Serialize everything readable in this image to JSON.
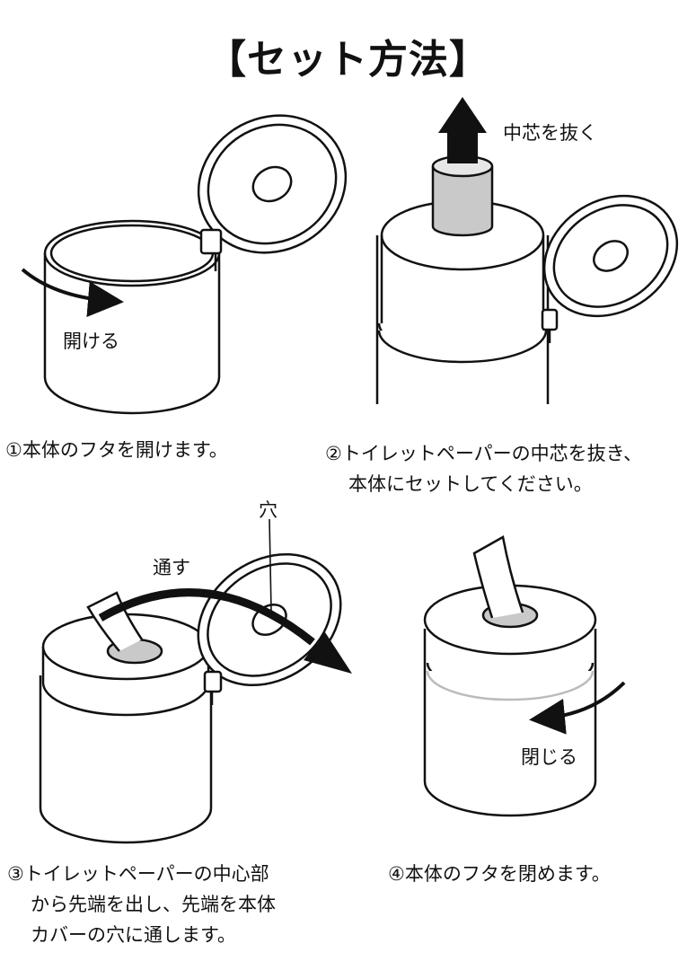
{
  "title": "【セット方法】",
  "steps": [
    {
      "label": "開ける",
      "caption": [
        "①本体のフタを開けます。"
      ]
    },
    {
      "label": "中芯を抜く",
      "caption": [
        "②トイレットペーパーの中芯を抜き、",
        "本体にセットしてください。"
      ]
    },
    {
      "labels": {
        "hole": "穴",
        "thread": "通す"
      },
      "caption": [
        "③トイレットペーパーの中心部",
        "から先端を出し、先端を本体",
        "カバーの穴に通します。"
      ]
    },
    {
      "label": "閉じる",
      "caption": [
        "④本体のフタを閉めます。"
      ]
    }
  ]
}
